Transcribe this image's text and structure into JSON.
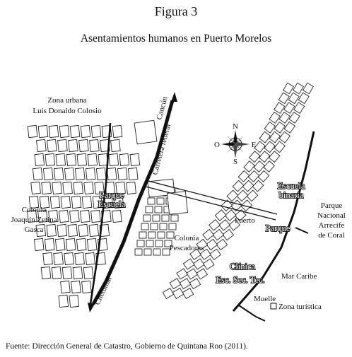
{
  "figure": {
    "number": "Figura 3",
    "title": "Asentamientos humanos en Puerto Morelos",
    "source": "Fuente: Dirección General de Catastro, Gobierno de Quintana Roo (2011)."
  },
  "map": {
    "labels": {
      "zona_urbana_line1": "Zona urbana",
      "zona_urbana_line2": "Luis Donaldo Colosio",
      "colonia_zetina_line1": "Colonia",
      "colonia_zetina_line2": "Joaquín Zetina",
      "colonia_zetina_line3": "Gasca",
      "colonia_pescadores_line1": "Colonia",
      "colonia_pescadores_line2": "Pescadores",
      "parque_escuela_line1": "Parque",
      "parque_escuela_line2": "Escuela",
      "cancun": "Cancún",
      "carretera_federal": "Carretera federal",
      "chetumal": "Chetumal",
      "puerto": "Puerto",
      "escuela_binaria_line1": "Escuela",
      "escuela_binaria_line2": "binaria",
      "parque": "Parque",
      "clinica": "Clínica",
      "esc_sec_tec": "Esc. Sec. Tec.",
      "mar_caribe": "Mar Caribe",
      "muelle": "Muelle",
      "zona_turistica": "Zona turística",
      "parque_nacional_line1": "Parque",
      "parque_nacional_line2": "Nacional",
      "parque_nacional_line3": "Arrecife",
      "parque_nacional_line4": "de Coral"
    },
    "compass": {
      "north": "N",
      "south": "S",
      "east": "E",
      "west": "O"
    }
  }
}
